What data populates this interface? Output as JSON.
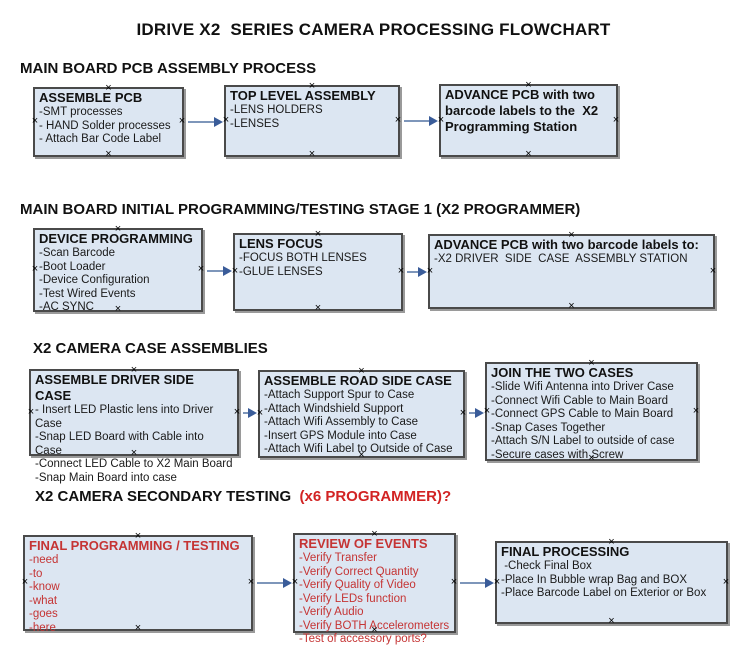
{
  "title": "IDRIVE X2  SERIES CAMERA PROCESSING FLOWCHART",
  "colors": {
    "page_bg": "#ffffff",
    "box_fill": "#dce6f2",
    "box_border": "#4a4a4a",
    "box_shadow": "#9a9a9a",
    "arrow_line": "#7e96ba",
    "arrow_head": "#3a5c99",
    "red_heading": "#d22323",
    "red_text": "#c53434"
  },
  "icons": {
    "glue_point": "×"
  },
  "sections": [
    {
      "heading": "MAIN BOARD PCB ASSEMBLY PROCESS",
      "heading_accent": "",
      "boxes": [
        {
          "title": "ASSEMBLE PCB",
          "items": [
            "-SMT processes",
            "- HAND Solder processes",
            "- Attach Bar Code Label"
          ],
          "red": false
        },
        {
          "title": "TOP LEVEL ASSEMBLY",
          "items": [
            "-LENS HOLDERS",
            "-LENSES"
          ],
          "red": false
        },
        {
          "title": "ADVANCE PCB with two barcode labels to the  X2 Programming Station",
          "items": [],
          "red": false
        }
      ]
    },
    {
      "heading": "MAIN BOARD INITIAL PROGRAMMING/TESTING STAGE 1 (X2 PROGRAMMER)",
      "heading_accent": "",
      "boxes": [
        {
          "title": "DEVICE PROGRAMMING",
          "items": [
            "-Scan Barcode",
            "-Boot Loader",
            "-Device Configuration",
            "-Test Wired Events",
            "-AC SYNC"
          ],
          "red": false
        },
        {
          "title": "LENS FOCUS",
          "items": [
            "-FOCUS BOTH LENSES",
            "-GLUE LENSES"
          ],
          "red": false
        },
        {
          "title": "ADVANCE PCB with two barcode labels to:",
          "items": [
            "-X2 DRIVER  SIDE  CASE  ASSEMBLY STATION"
          ],
          "red": false
        }
      ]
    },
    {
      "heading": "X2 CAMERA CASE ASSEMBLIES",
      "heading_accent": "",
      "boxes": [
        {
          "title": "ASSEMBLE DRIVER SIDE CASE",
          "items": [
            "- Insert LED Plastic lens into Driver Case",
            "-Snap LED Board with Cable into Case",
            "-Connect LED Cable to X2 Main Board",
            "-Snap Main Board into case"
          ],
          "red": false
        },
        {
          "title": "ASSEMBLE ROAD SIDE CASE",
          "items": [
            "-Attach Support Spur to Case",
            "-Attach Windshield Support",
            "-Attach Wifi Assembly to Case",
            "-Insert GPS Module into Case",
            "-Attach Wifi Label to Outside of Case"
          ],
          "red": false
        },
        {
          "title": "JOIN THE TWO CASES",
          "items": [
            "-Slide Wifi Antenna into Driver Case",
            "-Connect Wifi Cable to Main Board",
            "-Connect GPS Cable to Main Board",
            "-Snap Cases Together",
            "-Attach S/N Label to outside of case",
            "-Secure cases with Screw"
          ],
          "red": false
        }
      ]
    },
    {
      "heading": "X2 CAMERA SECONDARY TESTING ",
      "heading_accent": " (x6 PROGRAMMER)?",
      "boxes": [
        {
          "title": "FINAL PROGRAMMING / TESTING",
          "items": [
            "-need",
            "-to",
            "-know",
            "-what",
            "-goes",
            "-here"
          ],
          "red": true
        },
        {
          "title": "REVIEW OF EVENTS",
          "items": [
            "-Verify Transfer",
            "-Verify Correct Quantity",
            "-Verify Quality of Video",
            "-Verify LEDs function",
            "-Verify Audio",
            "-Verify BOTH Accelerometers",
            "-Test of accessory ports?"
          ],
          "red": true
        },
        {
          "title": "FINAL PROCESSING",
          "items": [
            " -Check Final Box",
            "-Place In Bubble wrap Bag and BOX",
            "-Place Barcode Label on Exterior or Box"
          ],
          "red": false
        }
      ]
    }
  ]
}
